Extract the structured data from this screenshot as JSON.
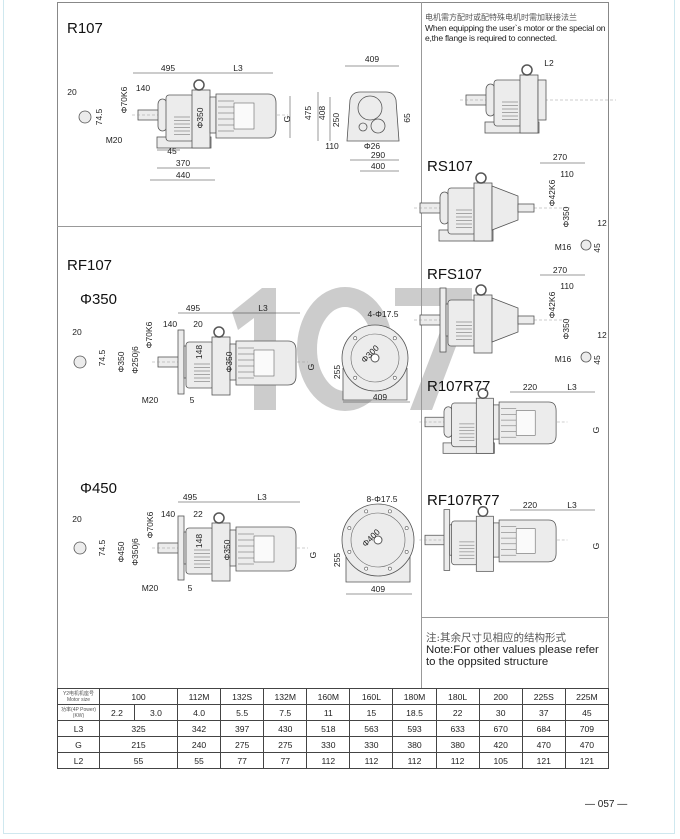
{
  "page_number": "— 057 —",
  "watermark": "107",
  "sections": {
    "r107": {
      "title": "R107",
      "side_labels": [
        "20",
        "74.5",
        "Φ70K6",
        "140",
        "495",
        "L3",
        "Φ350",
        "G",
        "M20",
        "45",
        "370",
        "440"
      ],
      "end_labels": [
        "409",
        "475",
        "408",
        "250",
        "65",
        "110",
        "Φ26",
        "290",
        "400"
      ]
    },
    "flange_note": {
      "cn": "电机需方配时或配特殊电机时需加联接法兰",
      "en": "When equipping the user`s motor or the special one,the flange is required to connected.",
      "labels": [
        "L2"
      ]
    },
    "rs107": {
      "title": "RS107",
      "labels": [
        "270",
        "110",
        "Φ42K6",
        "Φ350",
        "12",
        "45",
        "M16"
      ]
    },
    "rfs107": {
      "title": "RFS107",
      "labels": [
        "270",
        "110",
        "Φ42K6",
        "Φ350",
        "12",
        "45",
        "M16"
      ]
    },
    "r107r77": {
      "title": "R107R77",
      "labels": [
        "220",
        "L3",
        "G"
      ]
    },
    "rf107r77": {
      "title": "RF107R77",
      "labels": [
        "220",
        "L3",
        "G"
      ]
    },
    "rf107": {
      "title": "RF107",
      "d350": {
        "title": "Φ350",
        "labels": [
          "495",
          "L3",
          "140",
          "20",
          "20",
          "74.5",
          "Φ350",
          "Φ250j6",
          "Φ70K6",
          "148",
          "Φ350",
          "G",
          "M20",
          "5",
          "4-Φ17.5",
          "Φ300",
          "255",
          "409"
        ]
      },
      "d450": {
        "title": "Φ450",
        "labels": [
          "495",
          "L3",
          "140",
          "22",
          "20",
          "74.5",
          "Φ450",
          "Φ350j6",
          "Φ70K6",
          "148",
          "Φ350",
          "G",
          "M20",
          "5",
          "8-Φ17.5",
          "Φ400",
          "255",
          "409"
        ]
      }
    },
    "note": {
      "cn": "注:其余尺寸见相应的结构形式",
      "en": "Note:For other values please refer to the oppsited structure"
    }
  },
  "table": {
    "motor_size_label": "Y2电机机座号 Motor size",
    "power_label": "功率(4P Power)(KW)",
    "motor_sizes": [
      "100",
      "112M",
      "132S",
      "132M",
      "160M",
      "160L",
      "180M",
      "180L",
      "200",
      "225S",
      "225M"
    ],
    "power": [
      "2.2",
      "3.0",
      "4.0",
      "5.5",
      "7.5",
      "11",
      "15",
      "18.5",
      "22",
      "30",
      "37",
      "45"
    ],
    "rows": [
      {
        "label": "L3",
        "values": [
          "325",
          "342",
          "397",
          "430",
          "518",
          "563",
          "593",
          "633",
          "670",
          "684",
          "709"
        ]
      },
      {
        "label": "G",
        "values": [
          "215",
          "240",
          "275",
          "275",
          "330",
          "330",
          "380",
          "380",
          "420",
          "470",
          "470"
        ]
      },
      {
        "label": "L2",
        "values": [
          "55",
          "55",
          "77",
          "77",
          "112",
          "112",
          "112",
          "112",
          "105",
          "121",
          "121"
        ]
      }
    ]
  }
}
